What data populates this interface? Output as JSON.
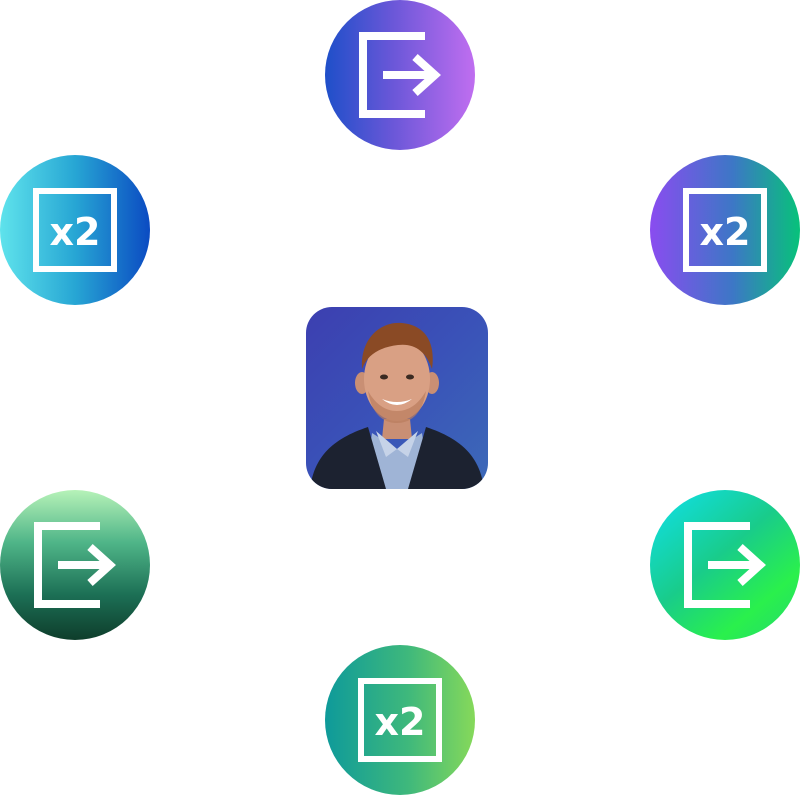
{
  "nodes": [
    {
      "name": "top",
      "icon": "exit-arrow-icon",
      "label": ""
    },
    {
      "name": "top-left",
      "icon": "multiply-2-icon",
      "label": "x2"
    },
    {
      "name": "top-right",
      "icon": "multiply-2-icon",
      "label": "x2"
    },
    {
      "name": "bottom-left",
      "icon": "exit-arrow-icon",
      "label": ""
    },
    {
      "name": "bottom-right",
      "icon": "exit-arrow-icon",
      "label": ""
    },
    {
      "name": "bottom",
      "icon": "multiply-2-icon",
      "label": "x2"
    }
  ],
  "center": {
    "type": "avatar-photo",
    "subject": "portrait"
  },
  "colors": {
    "background": "#ffffff",
    "icon_stroke": "#ffffff",
    "avatar_bg": "#3a52b8",
    "jacket": "#1c2230",
    "shirt": "#9fb4d6"
  }
}
